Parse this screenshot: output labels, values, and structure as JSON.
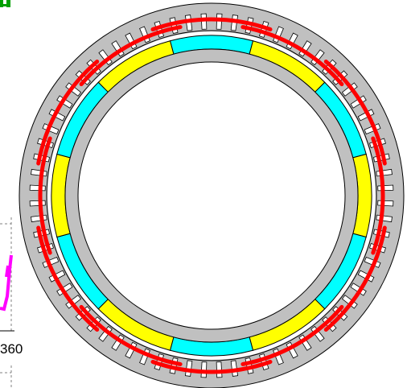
{
  "colors": {
    "background": "#ffffff",
    "stator_fill": "#c0c0c0",
    "outline": "#000000",
    "magnet_n": "#ffff00",
    "magnet_s": "#00ffff",
    "winding": "#ff0000",
    "corner_mark": "#00a000",
    "trace": "#ff00ff",
    "plot_dash": "#808080"
  },
  "plot": {
    "x_tick_label": "360"
  },
  "stator": {
    "slot_count": 72
  },
  "rotor": {
    "magnet_count": 12,
    "magnet_sequence": [
      "cyan",
      "yellow",
      "cyan",
      "yellow",
      "cyan",
      "yellow",
      "cyan",
      "yellow",
      "cyan",
      "yellow",
      "cyan",
      "yellow"
    ]
  },
  "windings": {
    "coil_count": 12
  }
}
